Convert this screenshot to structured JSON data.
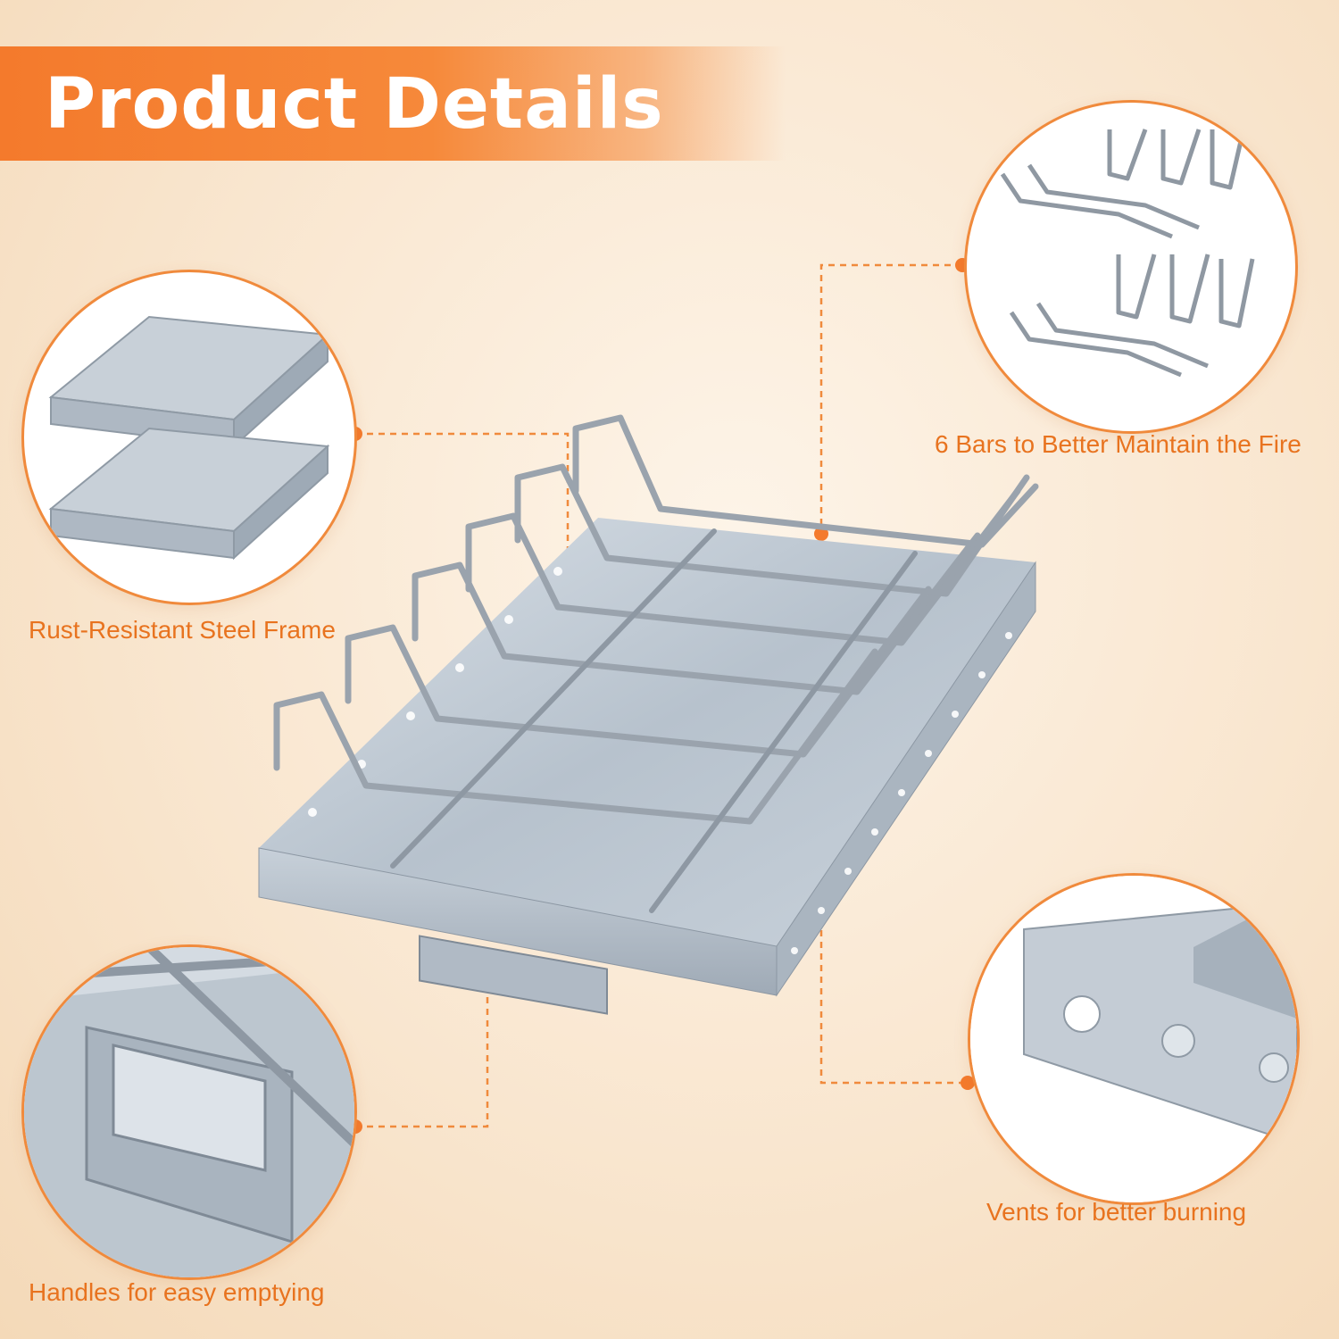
{
  "header": {
    "title": "Product Details"
  },
  "features": [
    {
      "id": "frame",
      "caption": "Rust-Resistant Steel Frame"
    },
    {
      "id": "bars",
      "caption": "6 Bars to Better Maintain the Fire"
    },
    {
      "id": "handles",
      "caption": "Handles for easy emptying"
    },
    {
      "id": "vents",
      "caption": "Vents for better burning"
    }
  ],
  "colors": {
    "accent": "#f47a2c",
    "caption": "#e8731f",
    "steel": "#b9c4cf",
    "wire": "#9aa3ad"
  }
}
